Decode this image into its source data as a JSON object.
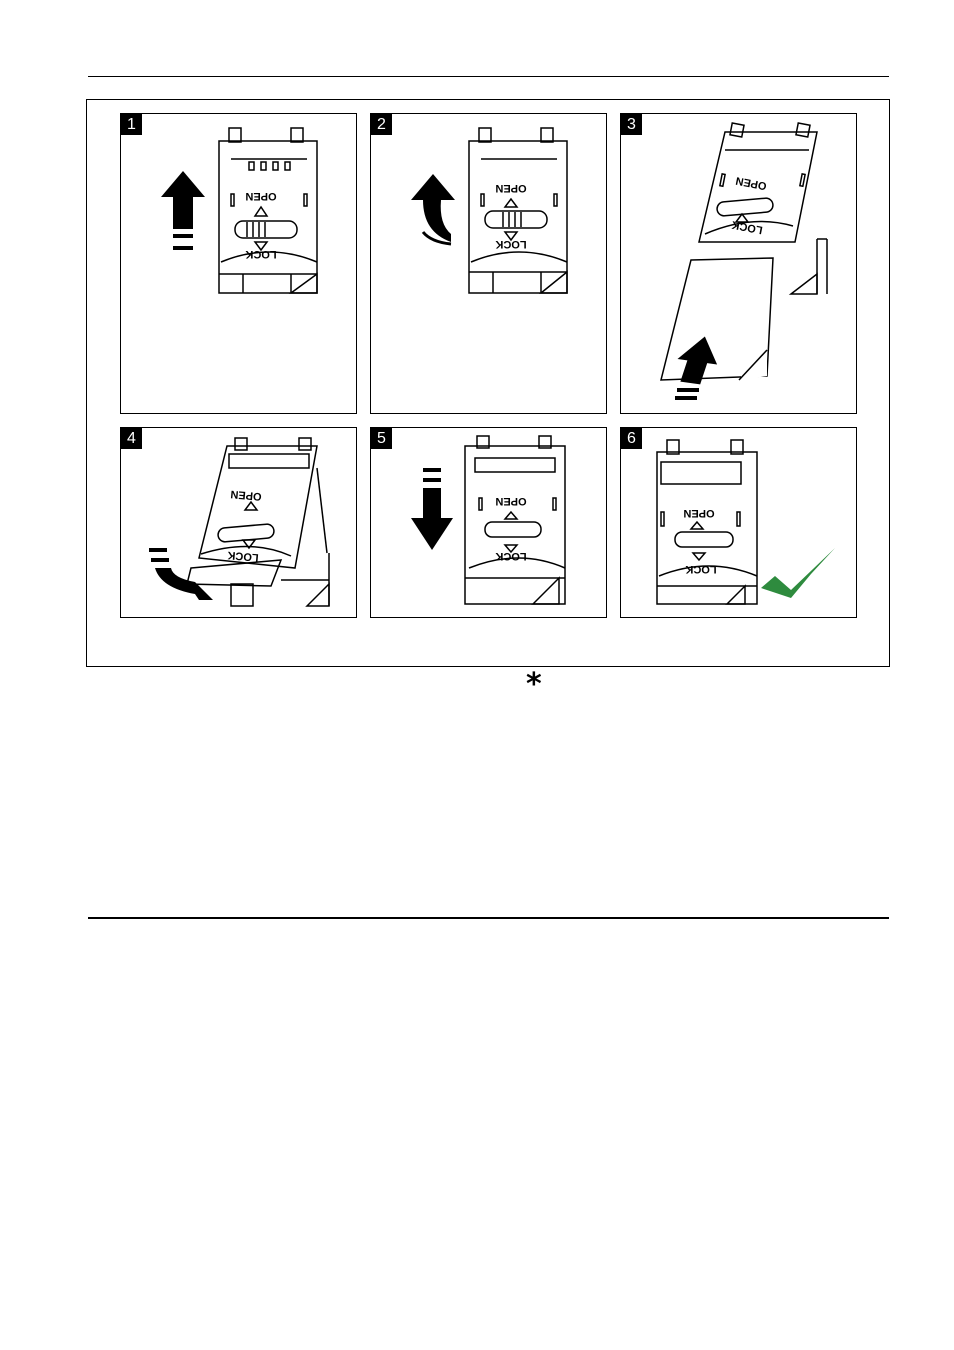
{
  "steps": [
    {
      "number": "1",
      "lock_label": "LOCK",
      "open_label": "OPEN"
    },
    {
      "number": "2",
      "lock_label": "LOCK",
      "open_label": "OPEN"
    },
    {
      "number": "3",
      "lock_label": "LOCK",
      "open_label": "OPEN"
    },
    {
      "number": "4",
      "lock_label": "LOCK",
      "open_label": "OPEN"
    },
    {
      "number": "5",
      "lock_label": "LOCK",
      "open_label": "OPEN"
    },
    {
      "number": "6",
      "lock_label": "LOCK",
      "open_label": "OPEN"
    }
  ],
  "note_symbol": "*",
  "colors": {
    "check": "#2e8b3e",
    "ink": "#000000"
  }
}
